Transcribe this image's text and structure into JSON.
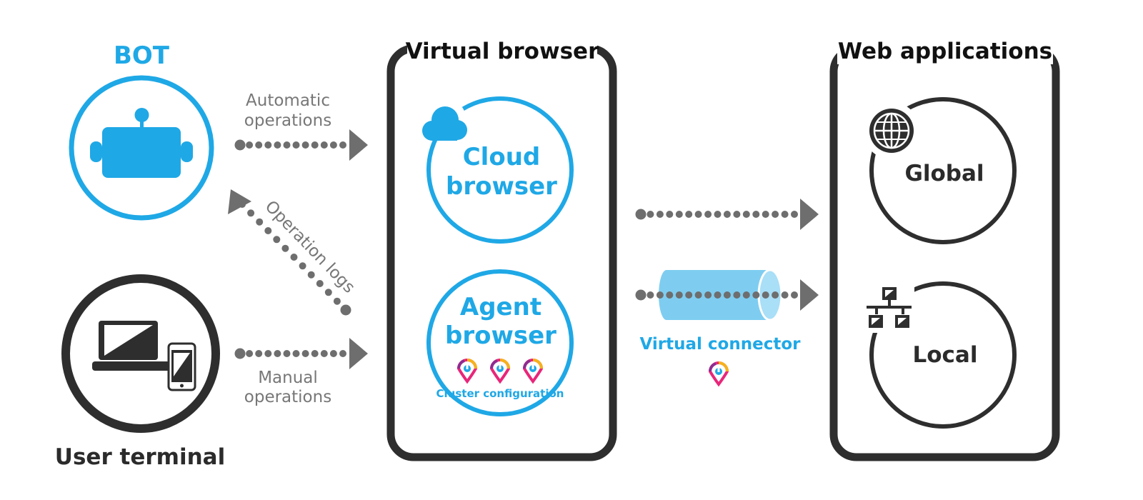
{
  "bot": {
    "label": "BOT"
  },
  "user_terminal": {
    "label": "User terminal"
  },
  "virtual_browser": {
    "title": "Virtual browser",
    "cloud_browser": [
      "Cloud",
      "browser"
    ],
    "agent_browser": [
      "Agent",
      "browser"
    ],
    "cluster_label": "Cluster configuration"
  },
  "web_applications": {
    "title": "Web applications",
    "global": "Global",
    "local": "Local"
  },
  "arrows": {
    "automatic": [
      "Automatic",
      "operations"
    ],
    "logs": "Operation logs",
    "manual": [
      "Manual",
      "operations"
    ]
  },
  "connector": {
    "label": "Virtual connector"
  },
  "colors": {
    "blue": "#1FA8E6",
    "dark": "#2E2E2E",
    "grey_arrow": "#6E6E6E",
    "cylinder": "#7ECDF1"
  },
  "icons": [
    "robot-icon",
    "laptop-icon",
    "phone-icon",
    "cloud-icon",
    "globe-icon",
    "network-icon",
    "cluster-logo-icon"
  ]
}
